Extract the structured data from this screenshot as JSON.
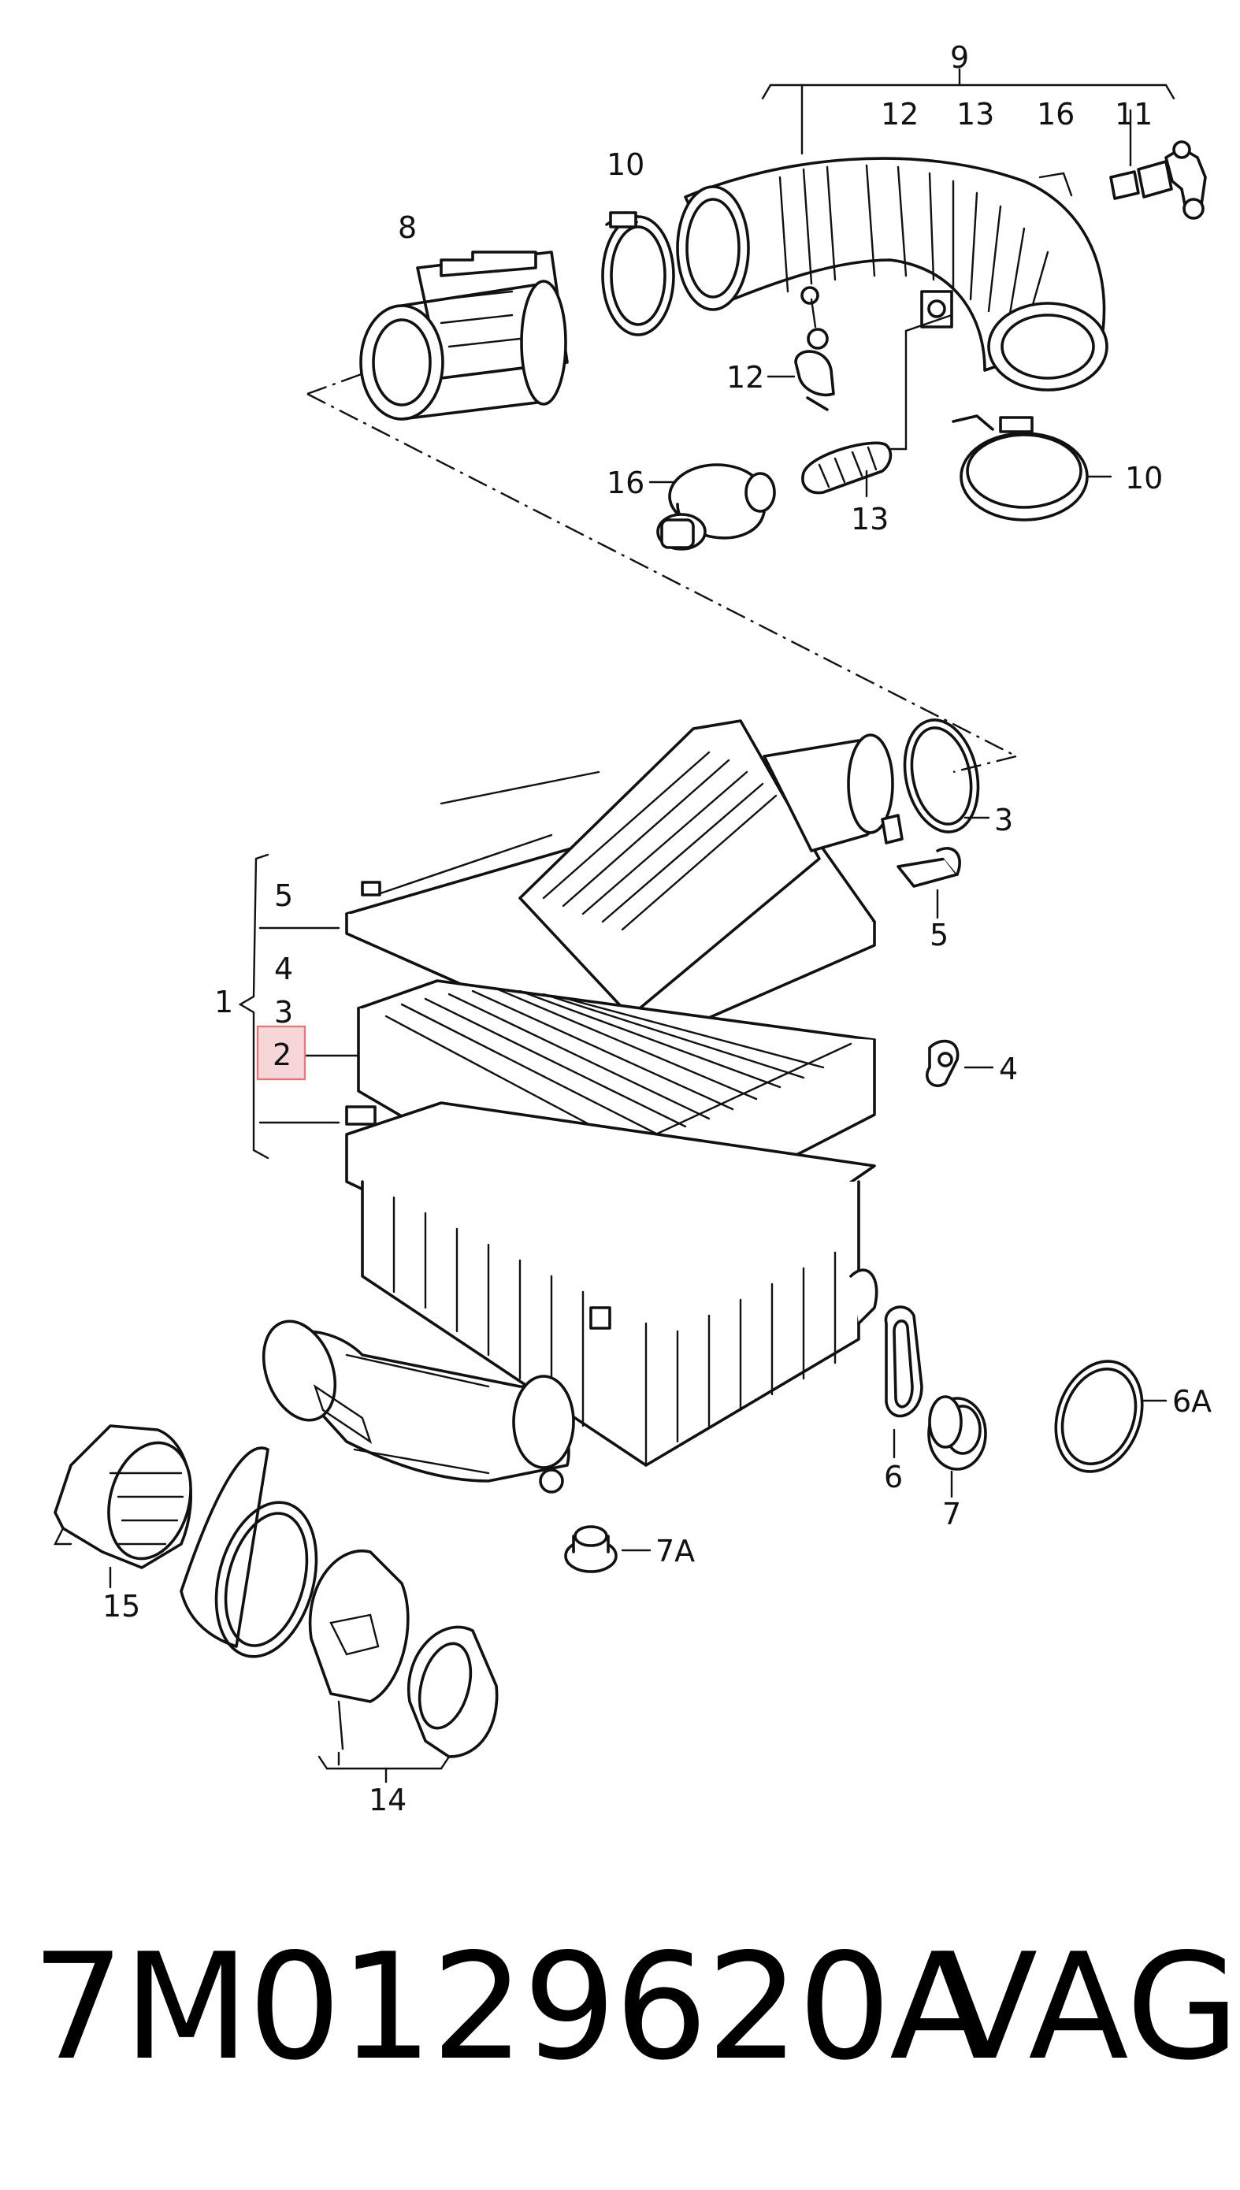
{
  "diagram": {
    "labels": {
      "l9": "9",
      "l12a": "12",
      "l13a": "13",
      "l16a": "16",
      "l11": "11",
      "l10a": "10",
      "l8": "8",
      "l12b": "12",
      "l16b": "16",
      "l13b": "13",
      "l10b": "10",
      "l3r": "3",
      "l5r": "5",
      "l4r": "4",
      "l5": "5",
      "l4": "4",
      "l1": "1",
      "l3": "3",
      "l2": "2",
      "l6A": "6A",
      "l6": "6",
      "l7": "7",
      "l7A": "7A",
      "l15": "15",
      "l14": "14"
    },
    "highlighted_label": "2"
  },
  "footer": {
    "part_number": "7M0129620A",
    "manufacturer": "VAG"
  }
}
